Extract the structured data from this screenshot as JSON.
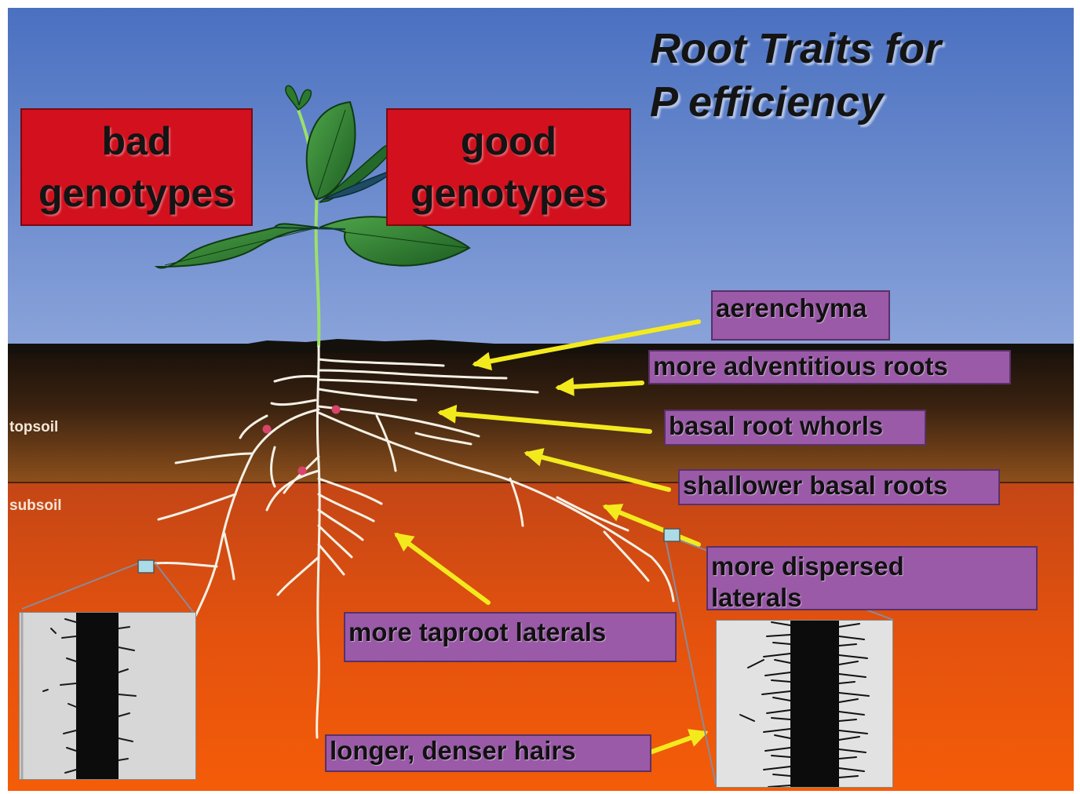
{
  "title": {
    "line1": "Root Traits for",
    "line2": "P efficiency"
  },
  "genotype_boxes": {
    "bad": [
      "bad",
      "genotypes"
    ],
    "good": [
      "good",
      "genotypes"
    ]
  },
  "soil_layers": {
    "top": "topsoil",
    "sub": "subsoil"
  },
  "traits": {
    "aerenchyma": "aerenchyma",
    "adventitious": "more adventitious roots",
    "basal_whorls": "basal root whorls",
    "shallower_basal": "shallower basal roots",
    "dispersed_laterals": [
      "more dispersed",
      "laterals"
    ],
    "taproot_laterals": "more taproot laterals",
    "root_hairs": "longer, denser hairs"
  },
  "colors": {
    "sky_top": "#4a70c0",
    "sky_bottom": "#7f99d6",
    "topsoil_top": "#1a110b",
    "topsoil_bottom": "#8a4e1c",
    "subsoil_top": "#c94a18",
    "subsoil_bottom": "#f25a08",
    "label_fill": "#9a5aa8",
    "genotype_fill": "#d2101e",
    "arrow": "#f3ea1e",
    "root": "#f5f1e6",
    "leaf": "#2c7a2e"
  },
  "icons": [
    "plant-illustration",
    "root-system",
    "root-hair-micrograph"
  ]
}
